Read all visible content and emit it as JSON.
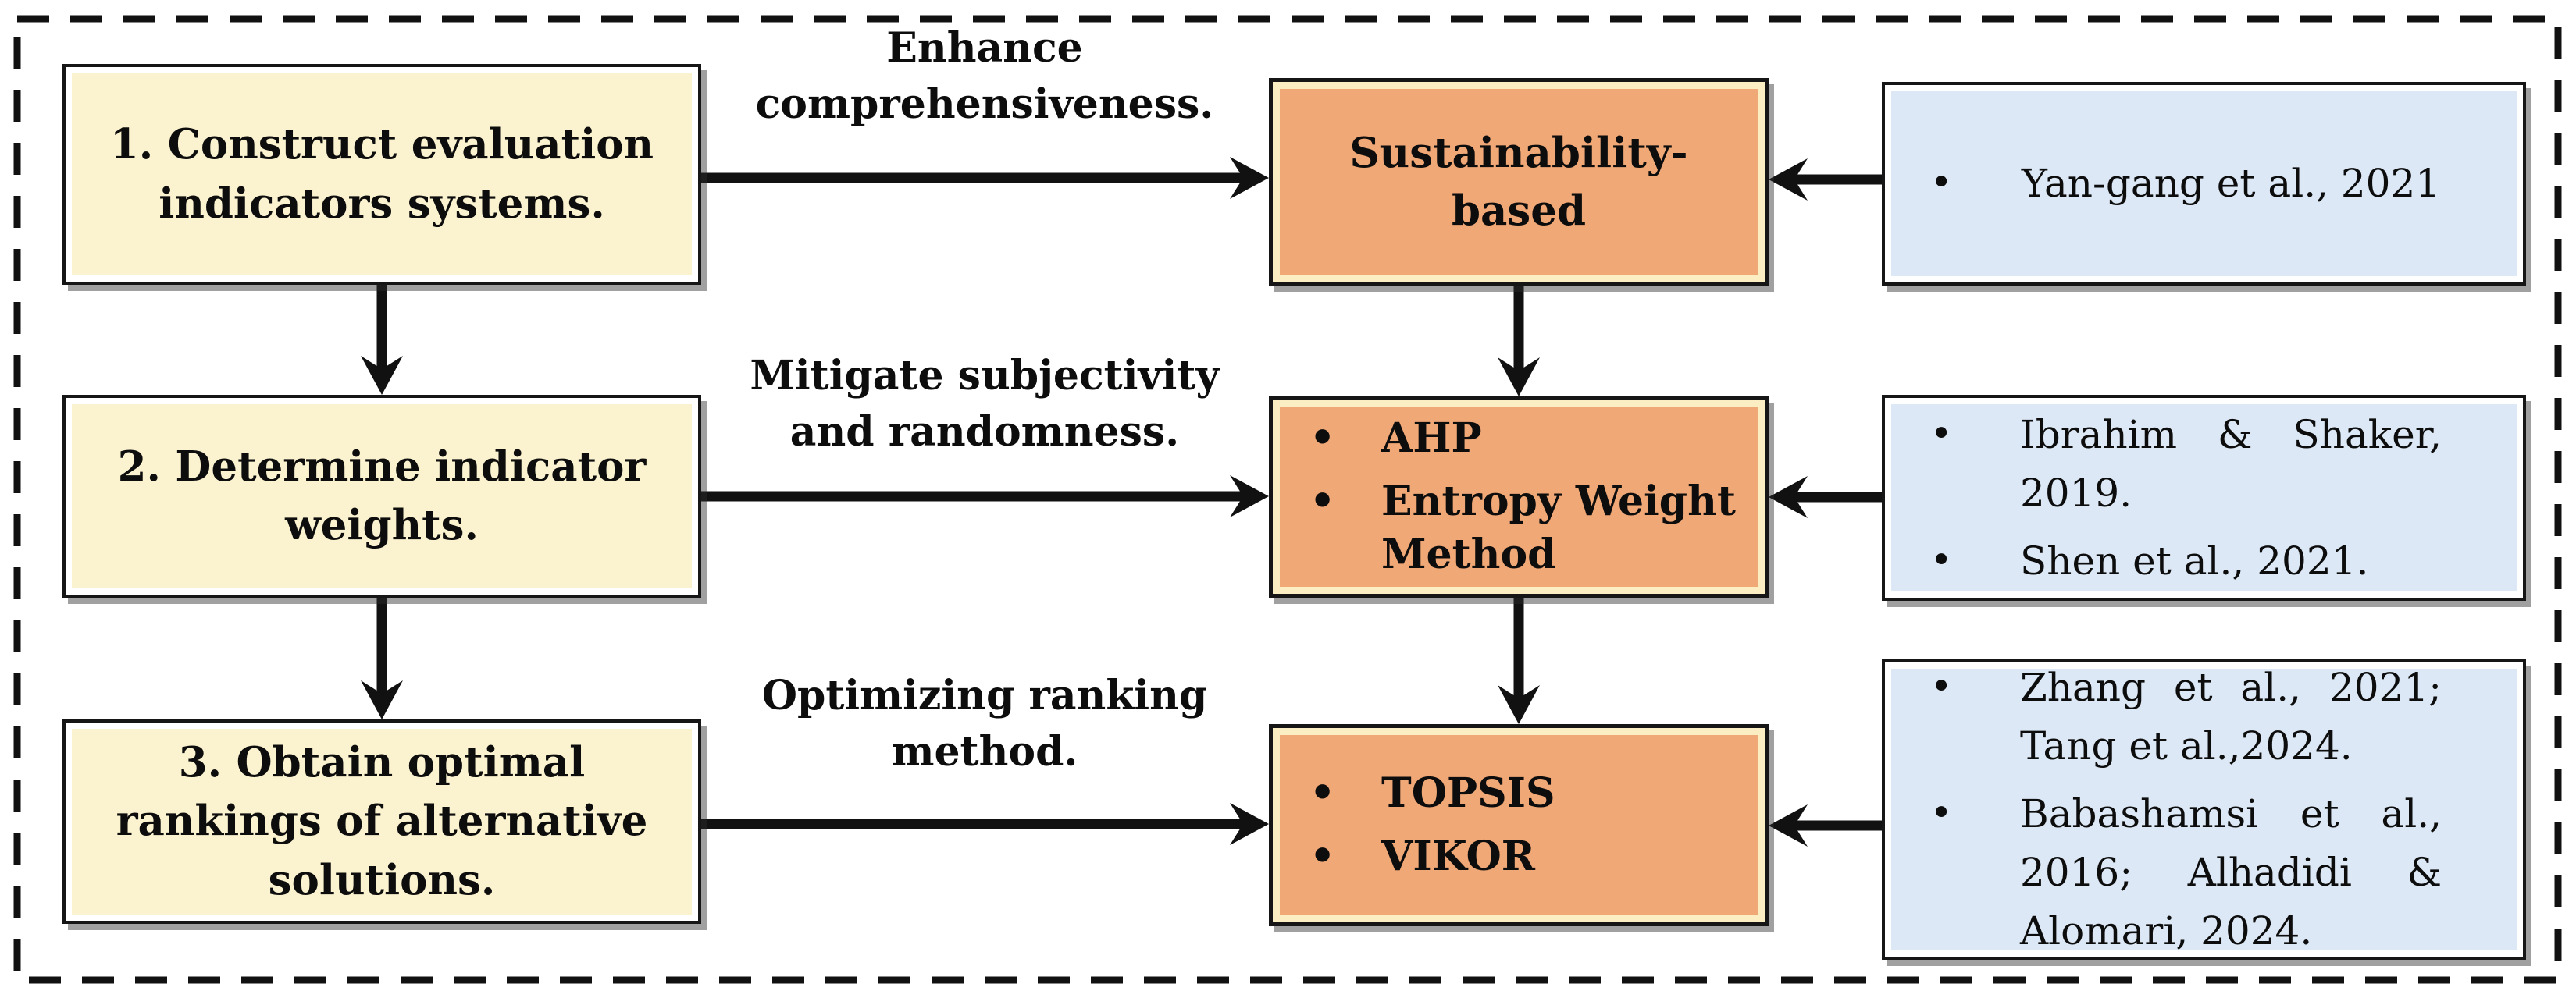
{
  "figure": {
    "description": "Methodology flow diagram linking research steps to MCDM methods and supporting references",
    "colors": {
      "step_box_fill": "#FBF2D0",
      "method_box_fill": "#F1A877",
      "method_box_inner_border": "#FCEEC3",
      "reference_box_fill": "#DCE8F5",
      "outline": "#161616",
      "arrow": "#111111",
      "background": "#ffffff"
    },
    "bullet_glyph": "•",
    "rows": [
      {
        "step": "1. Construct evaluation\nindicators systems.",
        "arrow_label": "Enhance\ncomprehensiveness.",
        "method": {
          "title": "Sustainability-\nbased"
        },
        "references": [
          "Yan-gang et al., 2021"
        ]
      },
      {
        "step": "2. Determine indicator\nweights.",
        "arrow_label": "Mitigate subjectivity\nand randomness.",
        "method": {
          "bullets": [
            "AHP",
            "Entropy Weight Method"
          ]
        },
        "references": [
          "Ibrahim & Shaker, 2019.",
          "Shen et al., 2021."
        ]
      },
      {
        "step": "3. Obtain optimal\nrankings of alternative\nsolutions.",
        "arrow_label": "Optimizing ranking\nmethod.",
        "method": {
          "bullets": [
            "TOPSIS",
            "VIKOR"
          ]
        },
        "references": [
          "Zhang et al., 2021; Tang et al.,2024.",
          "Babashamsi et al., 2016; Alhadidi & Alomari, 2024."
        ]
      }
    ]
  }
}
